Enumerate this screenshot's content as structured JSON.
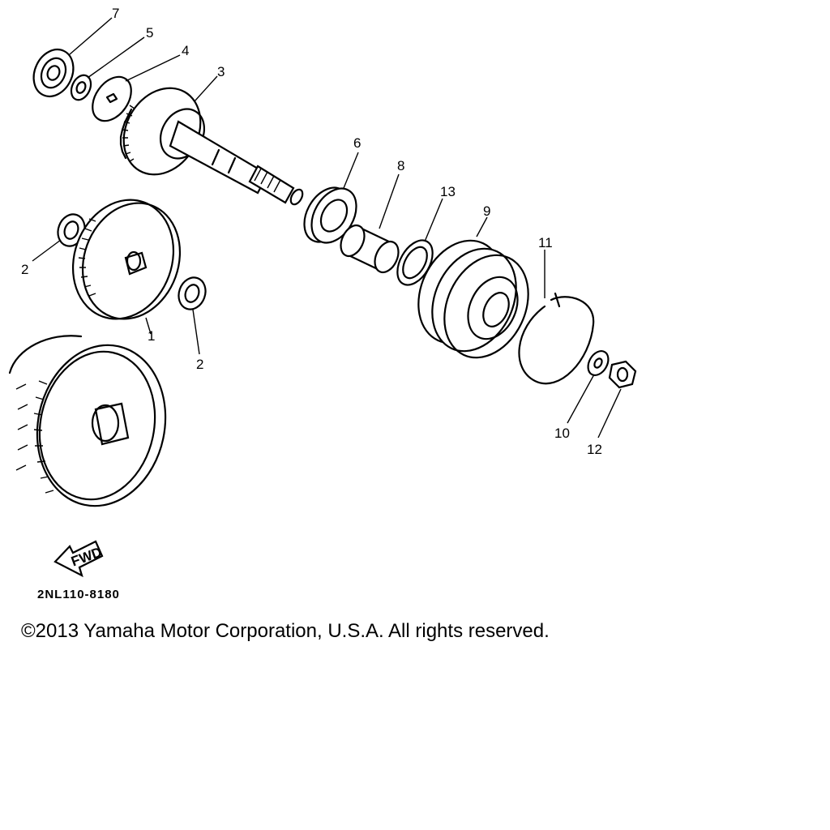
{
  "diagram": {
    "drawing_code": "2NL110-8180",
    "copyright": "©2013 Yamaha Motor Corporation, U.S.A. All rights reserved.",
    "fwd_label": "FWD",
    "callouts": [
      {
        "id": "7",
        "label": "7"
      },
      {
        "id": "5",
        "label": "5"
      },
      {
        "id": "4",
        "label": "4"
      },
      {
        "id": "3",
        "label": "3"
      },
      {
        "id": "6",
        "label": "6"
      },
      {
        "id": "8",
        "label": "8"
      },
      {
        "id": "13",
        "label": "13"
      },
      {
        "id": "9",
        "label": "9"
      },
      {
        "id": "11",
        "label": "11"
      },
      {
        "id": "2a",
        "label": "2"
      },
      {
        "id": "1",
        "label": "1"
      },
      {
        "id": "2b",
        "label": "2"
      },
      {
        "id": "10",
        "label": "10"
      },
      {
        "id": "12",
        "label": "12"
      }
    ]
  }
}
